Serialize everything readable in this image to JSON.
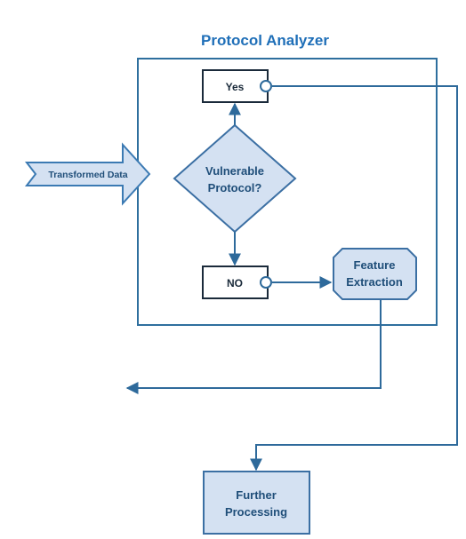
{
  "diagram": {
    "title": "Protocol Analyzer",
    "input_label": "Transformed Data",
    "decision_label_line1": "Vulnerable",
    "decision_label_line2": "Protocol?",
    "yes_label": "Yes",
    "no_label": "NO",
    "feature_label_line1": "Feature",
    "feature_label_line2": "Extraction",
    "further_label_line1": "Further",
    "further_label_line2": "Processing"
  },
  "colors": {
    "frame": "#2e6f9e",
    "accent_title": "#1f6fb8",
    "shape_fill": "#d4e1f2",
    "shape_stroke": "#3b6fa3",
    "box_border": "#1a2a3a",
    "line": "#2e6a9b"
  }
}
